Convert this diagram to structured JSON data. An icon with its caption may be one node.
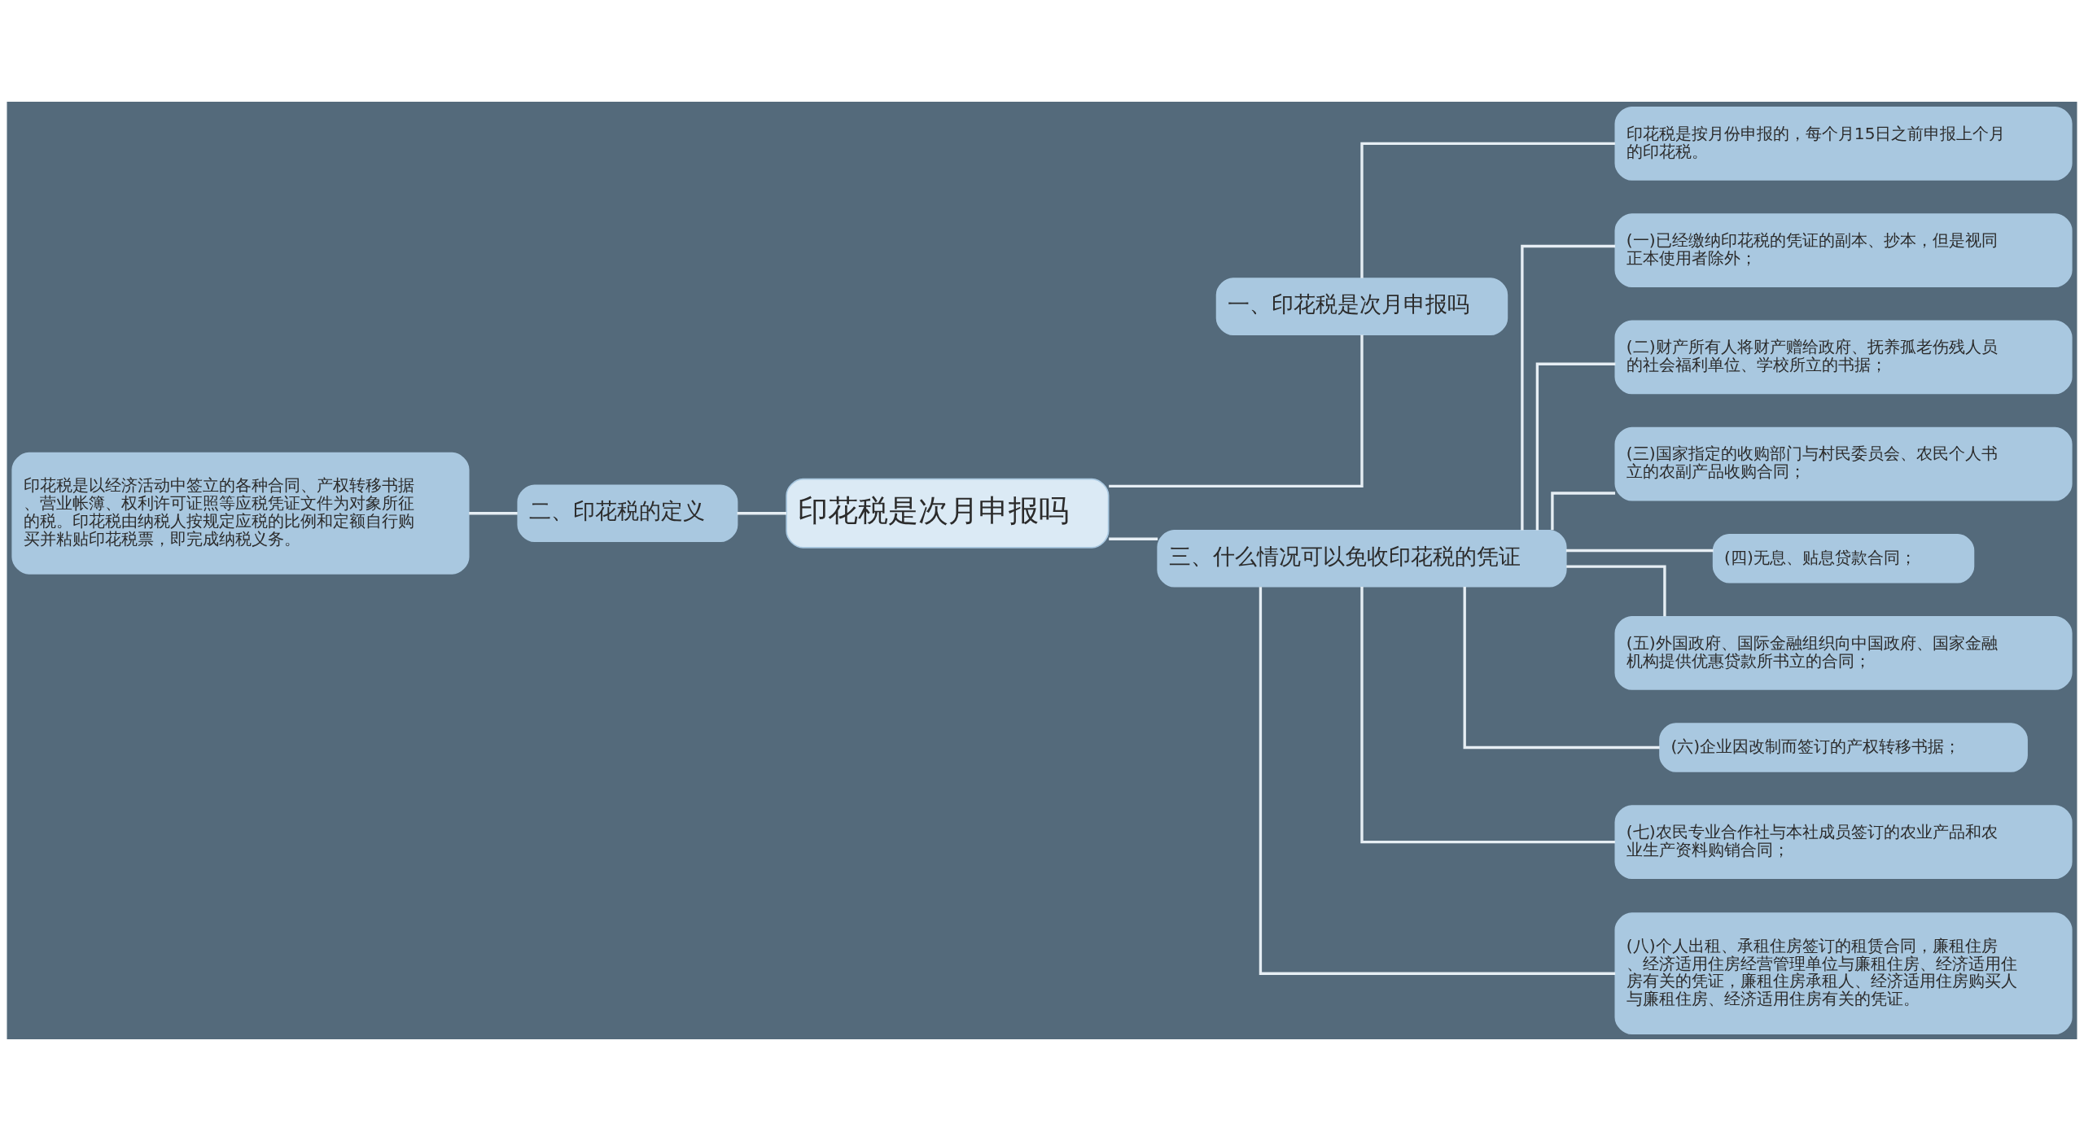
{
  "diagram": {
    "nodes": [
      {
        "text": [
          "印花税是次月申报吗"
        ]
      },
      {
        "text": [
          "一、印花税是次月申报吗"
        ]
      },
      {
        "text": [
          "印花税是按月份申报的，每个月15日之前申报上个月的印花税。"
        ]
      },
      {
        "text": [
          "二、印花税的定义"
        ]
      },
      {
        "text": [
          "印花税是以经济活动中签立的各种合同、产权转移书据、营业帐簿、权利许可证照等应税凭证文件为对象所征的税。印花税由纳税人按规定应税的比例和定额自行购买并粘贴印花税票，即完成纳税义务。"
        ]
      },
      {
        "text": [
          "三、什么情况可以免收印花税的凭证"
        ]
      },
      {
        "text": [
          "(一)已经缴纳印花税的凭证的副本、抄本，但是视同正本使用者除外；"
        ]
      },
      {
        "text": [
          "(二)财产所有人将财产赠给政府、抚养孤老伤残人员的社会福利单位、学校所立的书据；"
        ]
      },
      {
        "text": [
          "(三)国家指定的收购部门与村民委员会、农民个人书立的农副产品收购合同；"
        ]
      },
      {
        "text": [
          "(四)无息、贴息贷款合同；"
        ]
      },
      {
        "text": [
          "(五)外国政府、国际金融组织向中国政府、国家金融机构提供优惠贷款所书立的合同；"
        ]
      },
      {
        "text": [
          "(六)企业因改制而签订的产权转移书据；"
        ]
      },
      {
        "text": [
          "(七)农民专业合作社与本社成员签订的农业产品和农业生产资料购销合同；"
        ]
      },
      {
        "text": [
          "(八)个人出租、承租住房签订的租赁合同，廉租住房、经济适用住房经营管理单位与廉租住房、经济适用住房有关的凭证，廉租住房承租人、经济适用住房购买人与廉租住房、经济适用住房有关的凭证。"
        ]
      }
    ],
    "edges": [
      {
        "from": 0,
        "to": 1,
        "arrow": "none"
      },
      {
        "from": 1,
        "to": 2,
        "arrow": "none"
      },
      {
        "from": 4,
        "to": 3,
        "arrow": "none"
      },
      {
        "from": 3,
        "to": 0,
        "arrow": "none"
      },
      {
        "from": 0,
        "to": 5,
        "arrow": "none"
      },
      {
        "from": 5,
        "to": 6,
        "arrow": "none"
      },
      {
        "from": 5,
        "to": 7,
        "arrow": "none"
      },
      {
        "from": 5,
        "to": 8,
        "arrow": "none"
      },
      {
        "from": 5,
        "to": 9,
        "arrow": "none"
      },
      {
        "from": 5,
        "to": 10,
        "arrow": "none"
      },
      {
        "from": 5,
        "to": 11,
        "arrow": "none"
      },
      {
        "from": 5,
        "to": 12,
        "arrow": "none"
      },
      {
        "from": 5,
        "to": 13,
        "arrow": "none"
      }
    ]
  }
}
